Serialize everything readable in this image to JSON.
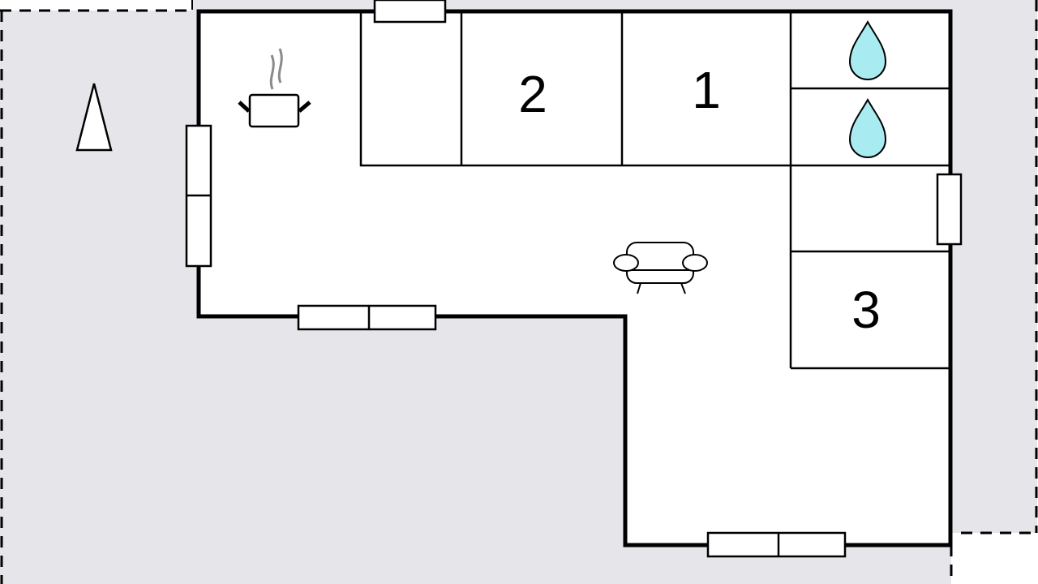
{
  "plan": {
    "rooms": [
      {
        "id": "bedroom-1",
        "label": "1"
      },
      {
        "id": "bedroom-2",
        "label": "2"
      },
      {
        "id": "bedroom-3",
        "label": "3"
      }
    ],
    "icons": [
      "north-arrow-icon",
      "kitchen-pot-icon",
      "sofa-icon",
      "water-drop-icon",
      "water-drop-icon"
    ],
    "colors": {
      "terrace": "#e6e6ea",
      "wall": "#000000",
      "water": "#a8ecf2",
      "steam": "#8a8a8a"
    }
  }
}
